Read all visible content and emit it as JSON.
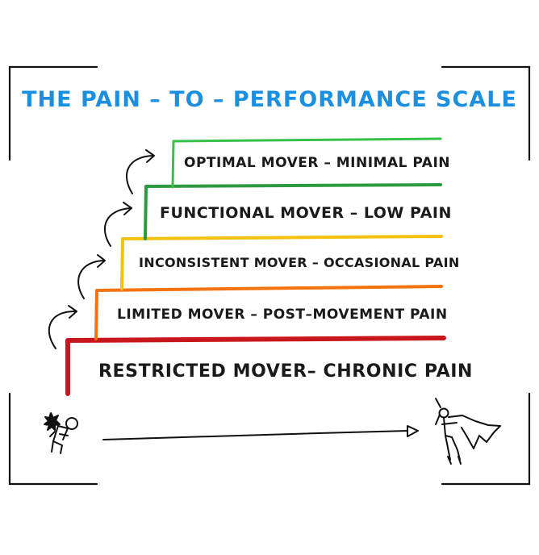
{
  "title": "THE PAIN – TO – PERFORMANCE SCALE",
  "steps": [
    {
      "label": "RESTRICTED MOVER– CHRONIC PAIN",
      "color": "#c8171c"
    },
    {
      "label": "LIMITED MOVER – POST–MOVEMENT PAIN",
      "color": "#f4720f"
    },
    {
      "label": "INCONSISTENT MOVER – OCCASIONAL PAIN",
      "color": "#f5c10f"
    },
    {
      "label": "FUNCTIONAL MOVER – LOW PAIN",
      "color": "#2e9a3f"
    },
    {
      "label": "OPTIMAL MOVER – MINIMAL PAIN",
      "color": "#36c24a"
    }
  ],
  "icons": {
    "start": "injured-person-icon",
    "end": "superhero-icon",
    "progress": "progress-arrow-icon"
  }
}
